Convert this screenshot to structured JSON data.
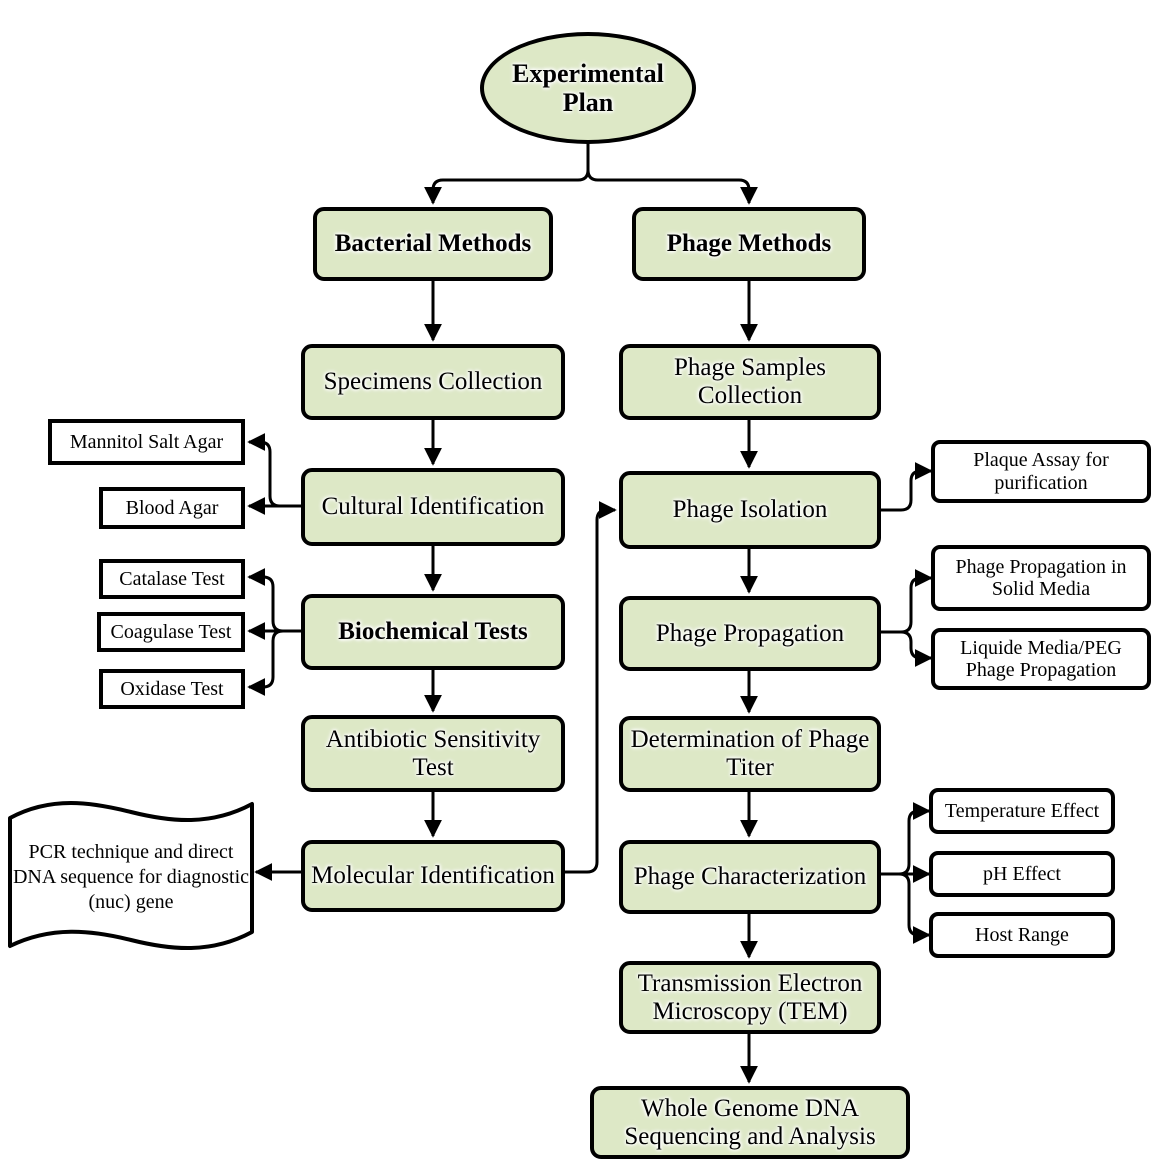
{
  "diagram": {
    "title": "Experimental Plan",
    "colors": {
      "process_fill": "#dde8c6",
      "satellite_fill": "#ffffff",
      "stroke": "#000000",
      "background": "#ffffff"
    }
  },
  "start": {
    "label": "Experimental Plan"
  },
  "branches": {
    "bacterial": {
      "label": "Bacterial Methods",
      "steps": [
        {
          "label": "Specimens Collection"
        },
        {
          "label": "Cultural Identification"
        },
        {
          "label": "Biochemical Tests"
        },
        {
          "label": "Antibiotic Sensitivity Test"
        },
        {
          "label": "Molecular Identification"
        }
      ],
      "cultural_outputs": [
        {
          "label": "Mannitol Salt Agar"
        },
        {
          "label": "Blood Agar"
        }
      ],
      "biochemical_outputs": [
        {
          "label": "Catalase Test"
        },
        {
          "label": "Coagulase Test"
        },
        {
          "label": "Oxidase Test"
        }
      ],
      "molecular_output": {
        "label": "PCR technique and direct DNA sequence for diagnostic (nuc) gene"
      }
    },
    "phage": {
      "label": "Phage Methods",
      "steps": [
        {
          "label": "Phage Samples Collection"
        },
        {
          "label": "Phage Isolation"
        },
        {
          "label": "Phage Propagation"
        },
        {
          "label": "Determination of Phage Titer"
        },
        {
          "label": "Phage Characterization"
        },
        {
          "label": "Transmission Electron Microscopy (TEM)"
        },
        {
          "label": "Whole Genome DNA Sequencing and Analysis"
        }
      ],
      "isolation_outputs": [
        {
          "label": "Plaque Assay for purification"
        }
      ],
      "propagation_outputs": [
        {
          "label": "Phage Propagation in Solid Media"
        },
        {
          "label": "Liquide Media/PEG Phage Propagation"
        }
      ],
      "characterization_outputs": [
        {
          "label": "Temperature Effect"
        },
        {
          "label": "pH Effect"
        },
        {
          "label": "Host Range"
        }
      ]
    }
  }
}
